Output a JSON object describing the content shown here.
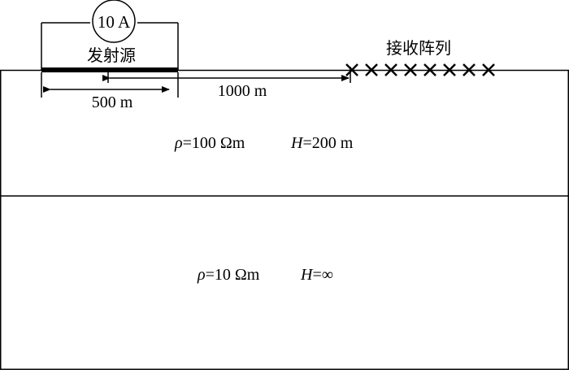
{
  "source": {
    "current_label": "10 A",
    "name": "发射源"
  },
  "receiver": {
    "name": "接收阵列",
    "marker_glyph": "×",
    "count": 8
  },
  "dimensions": {
    "source_length": "500 m",
    "offset": "1000 m"
  },
  "layers": [
    {
      "rho_symbol": "ρ",
      "rho_value": "=100 Ωm",
      "h_symbol": "H",
      "h_value": "=200 m"
    },
    {
      "rho_symbol": "ρ",
      "rho_value": "=10 Ωm",
      "h_symbol": "H",
      "h_value": "=∞"
    }
  ]
}
